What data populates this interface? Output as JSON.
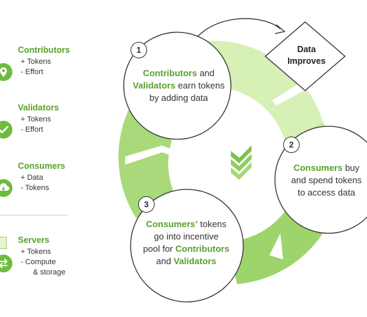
{
  "legend": {
    "items": [
      {
        "title": "Contributors",
        "lines": [
          "+ Tokens",
          "-  Effort"
        ],
        "icon": "location-pin-icon"
      },
      {
        "title": "Validators",
        "lines": [
          "+ Tokens",
          "-  Effort"
        ],
        "icon": "checkmark-icon"
      },
      {
        "title": "Consumers",
        "lines": [
          "+ Data",
          "-  Tokens"
        ],
        "icon": "cloud-download-icon"
      },
      {
        "title": "Servers",
        "lines": [
          "+ Tokens",
          "-  Compute",
          "& storage"
        ],
        "icon": "swap-arrows-icon"
      }
    ]
  },
  "cycle": {
    "data_improves": [
      "Data",
      "Improves"
    ],
    "steps": [
      {
        "number": "1",
        "parts": [
          [
            "Contributors",
            true
          ],
          [
            " and",
            false
          ],
          [
            "\n",
            false
          ],
          [
            "Validators",
            true
          ],
          [
            " earn tokens",
            false
          ],
          [
            "\nby adding data",
            false
          ]
        ]
      },
      {
        "number": "2",
        "parts": [
          [
            "Consumers",
            true
          ],
          [
            " buy",
            false
          ],
          [
            "\nand spend tokens",
            false
          ],
          [
            "\nto access data",
            false
          ]
        ]
      },
      {
        "number": "3",
        "parts": [
          [
            "Consumers’",
            true
          ],
          [
            " tokens",
            false
          ],
          [
            "\ngo into incentive",
            false
          ],
          [
            "\npool for ",
            false
          ],
          [
            "Contributors",
            true
          ],
          [
            "\nand ",
            false
          ],
          [
            "Validators",
            true
          ]
        ]
      }
    ]
  },
  "colors": {
    "accent": "#5aa02c",
    "ring_light": "#d6f0b6",
    "ring_mid": "#b4df86",
    "ring_dark": "#8fcb5c",
    "icon_bg": "#6dbb3f"
  }
}
